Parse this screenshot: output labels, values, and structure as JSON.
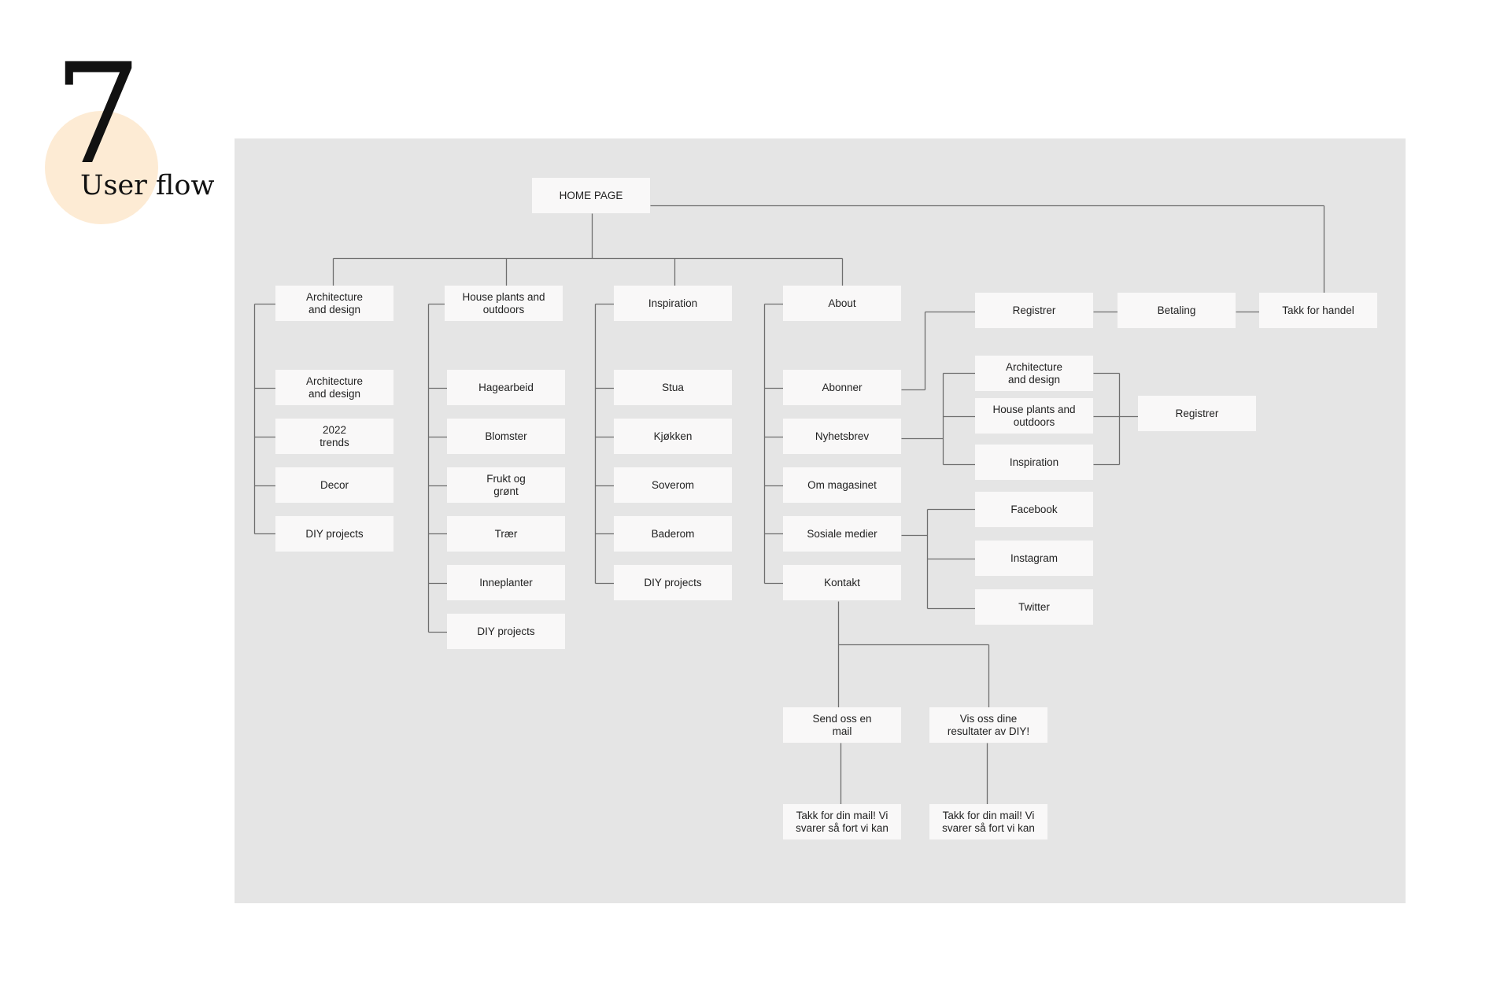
{
  "badge": {
    "number": "7",
    "title": "User flow",
    "circle_color": "#fdebd4"
  },
  "colors": {
    "canvas": "#e5e5e5",
    "node": "#f9f8f8",
    "line": "#6e6e6e"
  },
  "nodes": {
    "home": "HOME PAGE",
    "arch": "Architecture\nand design",
    "plants": "House plants and\noutdoors",
    "inspiration": "Inspiration",
    "about": "About",
    "arch_design": "Architecture\nand design",
    "trends": "2022\ntrends",
    "decor": "Decor",
    "arch_diy": "DIY projects",
    "hagearbeid": "Hagearbeid",
    "blomster": "Blomster",
    "frukt": "Frukt og\ngrønt",
    "traer": "Trær",
    "inneplanter": "Inneplanter",
    "plants_diy": "DIY projects",
    "stua": "Stua",
    "kjokken": "Kjøkken",
    "soverom": "Soverom",
    "baderom": "Baderom",
    "insp_diy": "DIY projects",
    "abonner": "Abonner",
    "nyhetsbrev": "Nyhetsbrev",
    "om": "Om magasinet",
    "sosiale": "Sosiale medier",
    "kontakt": "Kontakt",
    "registrer1": "Registrer",
    "betaling": "Betaling",
    "takk_handel": "Takk for handel",
    "nl_arch": "Architecture\nand design",
    "nl_plants": "House plants and\noutdoors",
    "nl_insp": "Inspiration",
    "registrer2": "Registrer",
    "facebook": "Facebook",
    "instagram": "Instagram",
    "twitter": "Twitter",
    "send_mail": "Send oss en\nmail",
    "vis_oss": "Vis oss dine\nresultater av DIY!",
    "takk1": "Takk for din mail! Vi\nsvarer så fort vi kan",
    "takk2": "Takk for din mail! Vi\nsvarer så fort vi kan"
  }
}
